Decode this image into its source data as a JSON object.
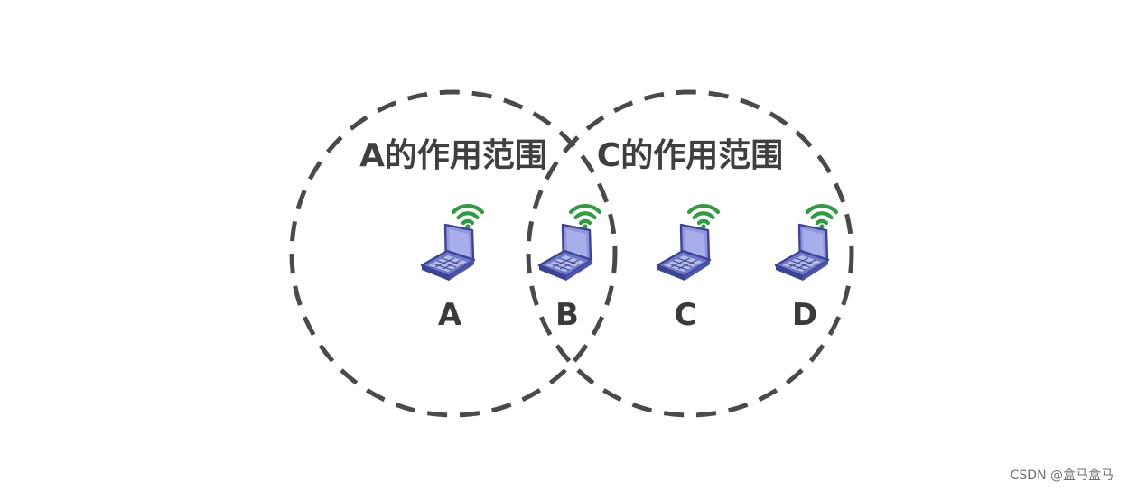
{
  "ranges": [
    {
      "label": "A的作用范围"
    },
    {
      "label": "C的作用范围"
    }
  ],
  "nodes": [
    {
      "label": "A"
    },
    {
      "label": "B"
    },
    {
      "label": "C"
    },
    {
      "label": "D"
    }
  ],
  "watermark": "CSDN @盒马盒马",
  "colors": {
    "circle_stroke": "#4a4a4a",
    "wifi": "#2f9d3f",
    "laptop_screen": "#8f96dc",
    "laptop_frame": "#3a4395",
    "laptop_body": "#6f79c9",
    "label_text": "#3a3a3a"
  },
  "icons": [
    "laptop-icon",
    "wifi-icon"
  ]
}
